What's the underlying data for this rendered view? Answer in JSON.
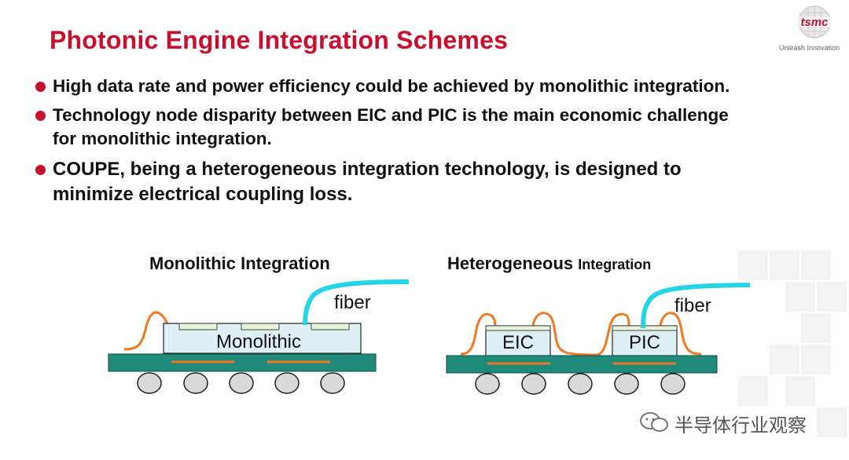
{
  "title": "Photonic Engine Integration Schemes",
  "logo": {
    "text": "tsmc",
    "tagline": "Unleash Innovation"
  },
  "bullets": [
    {
      "line1": "High data rate and power efficiency could be achieved by monolithic integration."
    },
    {
      "line1": "Technology node disparity between EIC and PIC is the main economic challenge",
      "line2": "for monolithic integration."
    },
    {
      "line1": "COUPE, being a heterogeneous integration technology, is designed to",
      "line2": "minimize electrical coupling loss."
    }
  ],
  "diagrams": {
    "monolithic": {
      "heading": "Monolithic Integration",
      "chip_label": "Monolithic",
      "fiber_label": "fiber"
    },
    "heterogeneous": {
      "heading_main": "Heterogeneous",
      "heading_small": "Integration",
      "eic_label": "EIC",
      "pic_label": "PIC",
      "fiber_label": "fiber"
    }
  },
  "watermark": "半导体行业观察",
  "colors": {
    "title": "#c8102e",
    "substrate": "#1f8a7a",
    "wire": "#f07820",
    "fiber": "#24d4e8",
    "chip": "#dff0f4"
  }
}
